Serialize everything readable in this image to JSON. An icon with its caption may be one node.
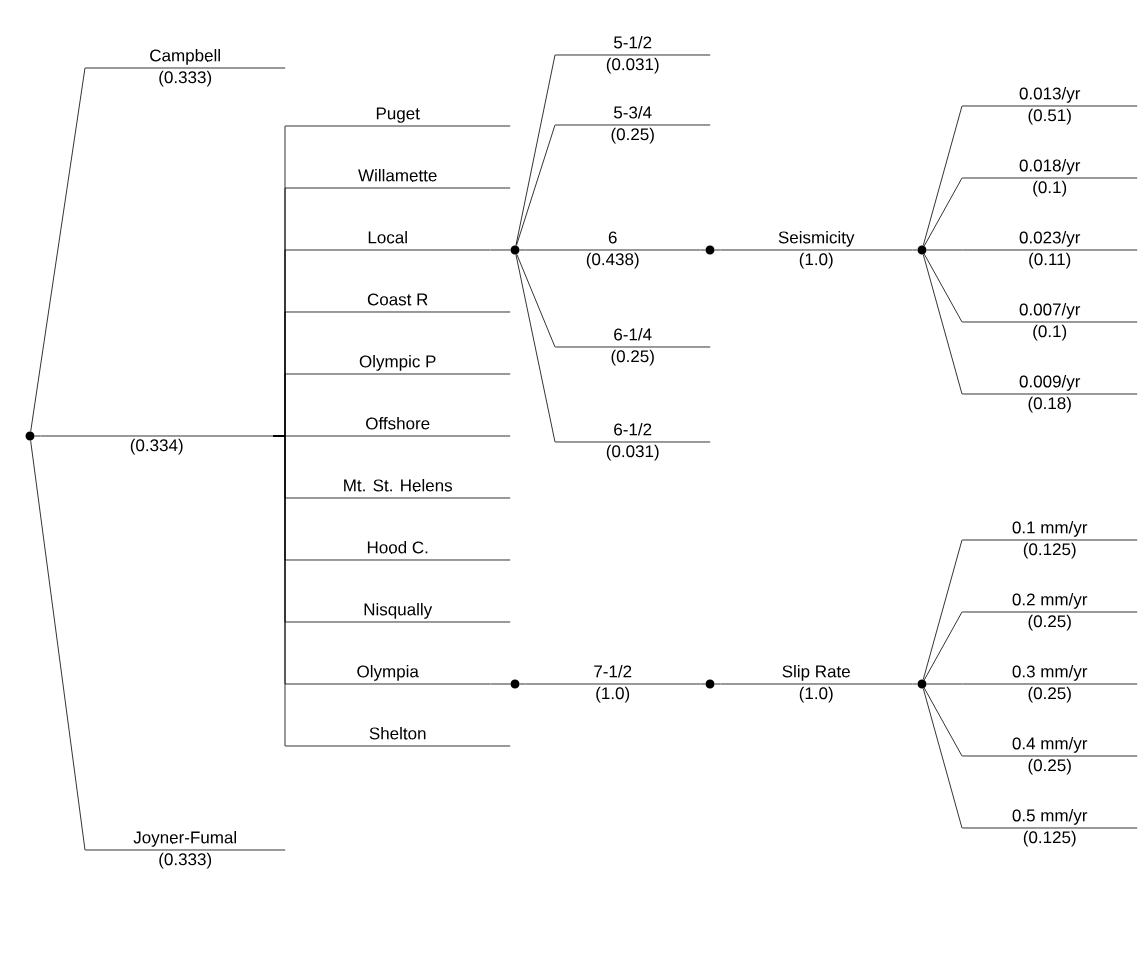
{
  "diagram": {
    "nodes": [
      {
        "text": [],
        "shape": "circle"
      },
      {
        "text": [
          "Campbell",
          "(0.333)"
        ]
      },
      {
        "text": [
          "(0.334)"
        ]
      },
      {
        "text": [
          "Joyner-Fumal",
          "(0.333)"
        ]
      },
      {
        "text": [
          "Puget"
        ]
      },
      {
        "text": [
          "Willamette"
        ]
      },
      {
        "text": [
          "Local"
        ]
      },
      {
        "text": [
          "Coast R"
        ]
      },
      {
        "text": [
          "Olympic P"
        ]
      },
      {
        "text": [
          "Offshore"
        ]
      },
      {
        "text": [
          "Mt. St. Helens"
        ]
      },
      {
        "text": [
          "Hood C."
        ]
      },
      {
        "text": [
          "Nisqually"
        ]
      },
      {
        "text": [
          "Olympia"
        ]
      },
      {
        "text": [
          "Shelton"
        ]
      },
      {
        "text": [],
        "shape": "circle"
      },
      {
        "text": [
          "5-1/2",
          "(0.031)"
        ]
      },
      {
        "text": [
          "5-3/4",
          "(0.25)"
        ]
      },
      {
        "text": [
          "6",
          "(0.438)"
        ]
      },
      {
        "text": [
          "6-1/4",
          "(0.25)"
        ]
      },
      {
        "text": [
          "6-1/2",
          "(0.031)"
        ]
      },
      {
        "text": [],
        "shape": "circle"
      },
      {
        "text": [
          "Seismicity",
          "(1.0)"
        ]
      },
      {
        "text": [],
        "shape": "circle"
      },
      {
        "text": [
          "0.013/yr",
          "(0.51)"
        ]
      },
      {
        "text": [
          "0.018/yr",
          "(0.1)"
        ]
      },
      {
        "text": [
          "0.023/yr",
          "(0.11)"
        ]
      },
      {
        "text": [
          "0.007/yr",
          "(0.1)"
        ]
      },
      {
        "text": [
          "0.009/yr",
          "(0.18)"
        ]
      },
      {
        "text": [],
        "shape": "circle"
      },
      {
        "text": [
          "7-1/2",
          "(1.0)"
        ]
      },
      {
        "text": [],
        "shape": "circle"
      },
      {
        "text": [
          "Slip Rate",
          "(1.0)"
        ]
      },
      {
        "text": [],
        "shape": "circle"
      },
      {
        "text": [
          "0.1 mm/yr",
          "(0.125)"
        ]
      },
      {
        "text": [
          "0.2 mm/yr",
          "(0.25)"
        ]
      },
      {
        "text": [
          "0.3 mm/yr",
          "(0.25)"
        ]
      },
      {
        "text": [
          "0.4 mm/yr",
          "(0.25)"
        ]
      },
      {
        "text": [
          "0.5 mm/yr",
          "(0.125)"
        ]
      }
    ],
    "edges": [
      {
        "from": 0,
        "to": 1,
        "arrow": "none"
      },
      {
        "from": 0,
        "to": 2,
        "arrow": "none"
      },
      {
        "from": 0,
        "to": 3,
        "arrow": "none"
      },
      {
        "from": 2,
        "to": 4,
        "arrow": "none"
      },
      {
        "from": 2,
        "to": 5,
        "arrow": "none"
      },
      {
        "from": 2,
        "to": 6,
        "arrow": "none"
      },
      {
        "from": 2,
        "to": 7,
        "arrow": "none"
      },
      {
        "from": 2,
        "to": 8,
        "arrow": "none"
      },
      {
        "from": 2,
        "to": 9,
        "arrow": "none"
      },
      {
        "from": 2,
        "to": 10,
        "arrow": "none"
      },
      {
        "from": 2,
        "to": 11,
        "arrow": "none"
      },
      {
        "from": 2,
        "to": 12,
        "arrow": "none"
      },
      {
        "from": 2,
        "to": 13,
        "arrow": "none"
      },
      {
        "from": 2,
        "to": 14,
        "arrow": "none"
      },
      {
        "from": 6,
        "to": 15,
        "arrow": "none"
      },
      {
        "from": 15,
        "to": 16,
        "arrow": "none"
      },
      {
        "from": 15,
        "to": 17,
        "arrow": "none"
      },
      {
        "from": 15,
        "to": 18,
        "arrow": "none"
      },
      {
        "from": 15,
        "to": 19,
        "arrow": "none"
      },
      {
        "from": 15,
        "to": 20,
        "arrow": "none"
      },
      {
        "from": 18,
        "to": 21,
        "arrow": "none"
      },
      {
        "from": 21,
        "to": 22,
        "arrow": "none"
      },
      {
        "from": 22,
        "to": 23,
        "arrow": "none"
      },
      {
        "from": 23,
        "to": 24,
        "arrow": "none"
      },
      {
        "from": 23,
        "to": 25,
        "arrow": "none"
      },
      {
        "from": 23,
        "to": 26,
        "arrow": "none"
      },
      {
        "from": 23,
        "to": 27,
        "arrow": "none"
      },
      {
        "from": 23,
        "to": 28,
        "arrow": "none"
      },
      {
        "from": 13,
        "to": 29,
        "arrow": "none"
      },
      {
        "from": 29,
        "to": 30,
        "arrow": "none"
      },
      {
        "from": 30,
        "to": 31,
        "arrow": "none"
      },
      {
        "from": 31,
        "to": 32,
        "arrow": "none"
      },
      {
        "from": 32,
        "to": 33,
        "arrow": "none"
      },
      {
        "from": 33,
        "to": 34,
        "arrow": "none"
      },
      {
        "from": 33,
        "to": 35,
        "arrow": "none"
      },
      {
        "from": 33,
        "to": 36,
        "arrow": "none"
      },
      {
        "from": 33,
        "to": 37,
        "arrow": "none"
      },
      {
        "from": 33,
        "to": 38,
        "arrow": "none"
      }
    ]
  }
}
